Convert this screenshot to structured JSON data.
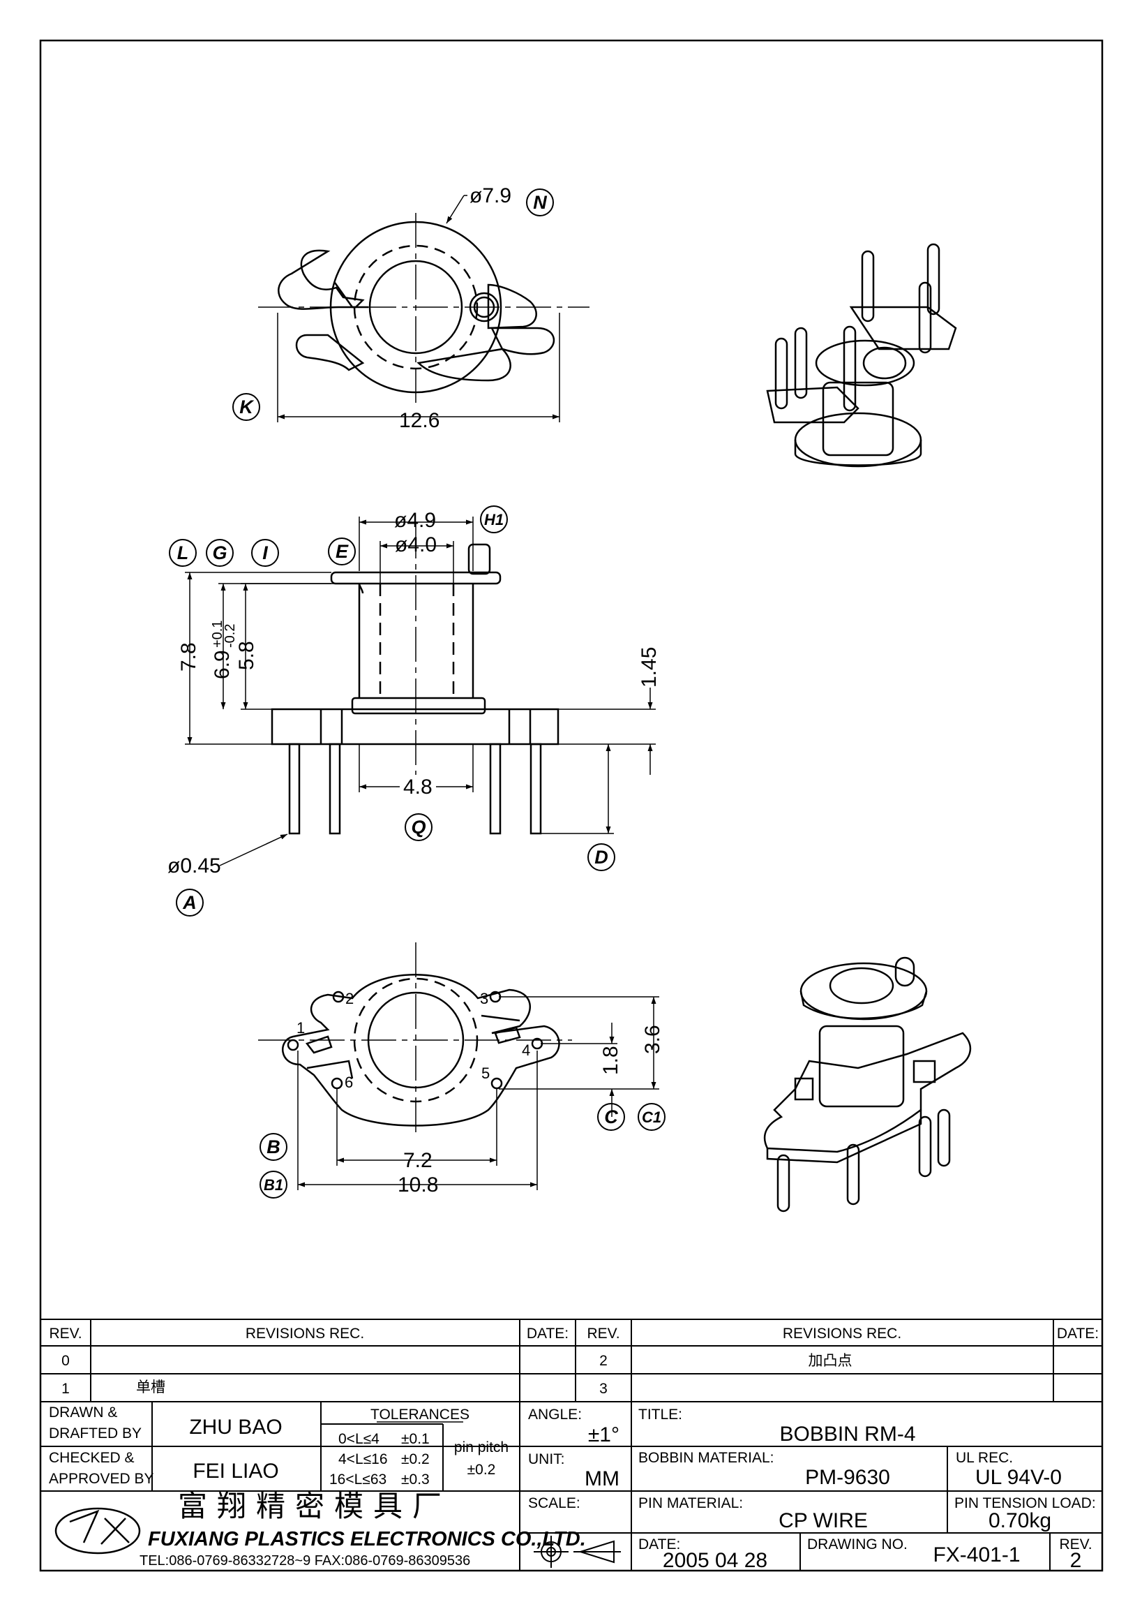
{
  "drawing": {
    "top_view": {
      "dim_outer_dia": "ø7.9",
      "dim_width": "12.6",
      "callouts": [
        "N",
        "K"
      ]
    },
    "side_view": {
      "dim_flange_dia": "ø4.9",
      "dim_core_dia": "ø4.0",
      "dim_height_total": "7.8",
      "dim_height_winding": "6.9",
      "tol_upper": "+0.1",
      "tol_lower": "-0.2",
      "dim_height_inner": "5.8",
      "dim_base": "1.45",
      "dim_pin_gap": "4.8",
      "dim_pin_dia": "ø0.45",
      "callouts": [
        "L",
        "G",
        "I",
        "E",
        "H1",
        "Q",
        "D",
        "A"
      ]
    },
    "bottom_view": {
      "pins": [
        "1",
        "2",
        "3",
        "4",
        "5",
        "6"
      ],
      "dim_row": "3.6",
      "dim_pitch_v": "1.8",
      "dim_pin_span": "7.2",
      "dim_total": "10.8",
      "callouts": [
        "C",
        "C1",
        "B",
        "B1"
      ]
    }
  },
  "revisions": {
    "headers": {
      "rev": "REV.",
      "rec": "REVISIONS   REC.",
      "date": "DATE:"
    },
    "left": [
      {
        "rev": "0",
        "note": "",
        "date": ""
      },
      {
        "rev": "1",
        "note": "单槽",
        "date": ""
      }
    ],
    "right": [
      {
        "rev": "2",
        "note": "加凸点",
        "date": ""
      },
      {
        "rev": "3",
        "note": "",
        "date": ""
      }
    ]
  },
  "title_block": {
    "drawn_label_1": "DRAWN  &",
    "drawn_label_2": "DRAFTED  BY",
    "drawn_by": "ZHU   BAO",
    "checked_label_1": "CHECKED  &",
    "checked_label_2": "APPROVED  BY",
    "checked_by": "FEI LIAO",
    "tolerances_header": "TOLERANCES",
    "tolerances": [
      {
        "range": "0<L≤4",
        "tol": "±0.1"
      },
      {
        "range": "4<L≤16",
        "tol": "±0.2"
      },
      {
        "range": "16<L≤63",
        "tol": "±0.3"
      }
    ],
    "pin_pitch_label": "pin  pitch",
    "pin_pitch_tol": "±0.2",
    "angle_label": "ANGLE:",
    "angle_value": "±1°",
    "unit_label": "UNIT:",
    "unit_value": "MM",
    "scale_label": "SCALE:",
    "title_label": "TITLE:",
    "title_value": "BOBBIN  RM-4",
    "bobbin_material_label": "BOBBIN  MATERIAL:",
    "bobbin_material_value": "PM-9630",
    "ul_label": "UL  REC.",
    "ul_value": "UL  94V-0",
    "pin_material_label": "PIN  MATERIAL:",
    "pin_material_value": "CP  WIRE",
    "tension_label": "PIN  TENSION  LOAD:",
    "tension_value": "0.70kg",
    "date_label": "DATE:",
    "date_value": "2005  04  28",
    "drawing_no_label": "DRAWING  NO.",
    "drawing_no_value": "FX-401-1",
    "rev_label": "REV.",
    "rev_value": "2",
    "company_cn": "富翔精密模具厂",
    "company_en": "FUXIANG  PLASTICS  ELECTRONICS  CO.,LTD.",
    "contact": "TEL:086-0769-86332728~9   FAX:086-0769-86309536"
  }
}
